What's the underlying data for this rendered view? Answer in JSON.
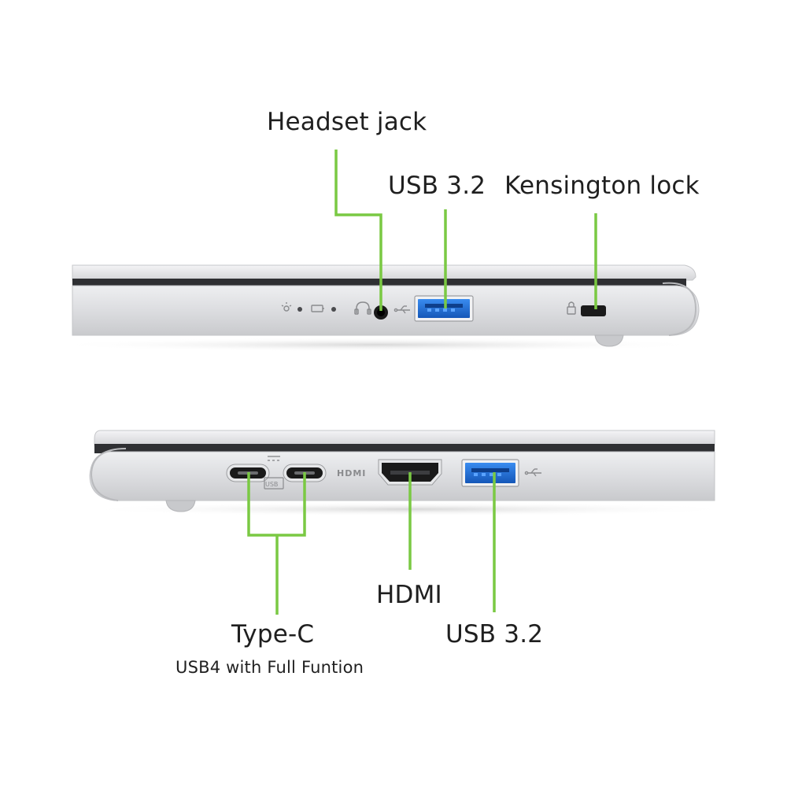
{
  "labels": {
    "headset_jack": "Headset jack",
    "usb32_top": "USB 3.2",
    "kensington_lock": "Kensington lock",
    "type_c": "Type-C",
    "type_c_sub": "USB4 with Full Funtion",
    "hdmi": "HDMI",
    "usb32_bottom": "USB 3.2"
  },
  "port_markings": {
    "hdmi_logo": "HDMI",
    "usb_badge": "USB"
  },
  "colors": {
    "callout_line": "#7ac943",
    "usb_blue": "#1f6fd6",
    "chassis": "#d9dadc",
    "chassis_dark": "#2b2b2d",
    "port_black": "#1a1a1a"
  }
}
